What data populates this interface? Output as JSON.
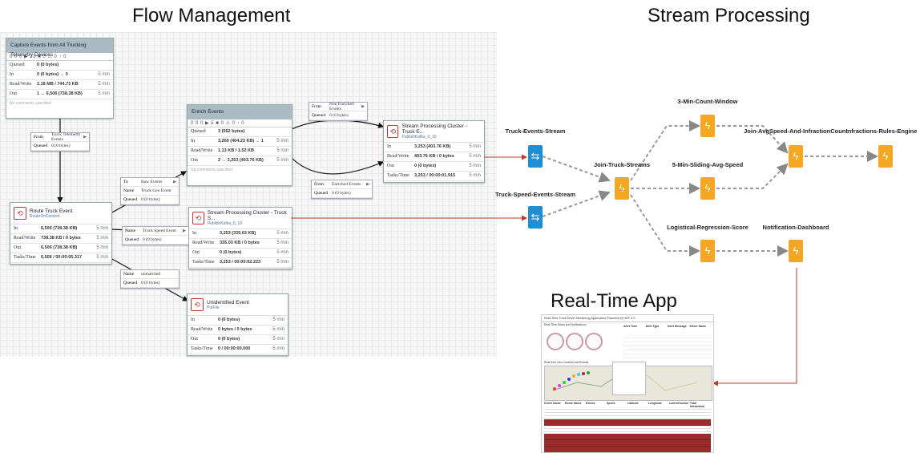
{
  "titles": {
    "flow": "Flow Management",
    "stream": "Stream Processing",
    "app": "Real-Time App"
  },
  "colors": {
    "processor_header": "#aabbc3",
    "source_node": "#1f8fd5",
    "processor_node": "#f5a623",
    "arrow_red": "#c0392b"
  },
  "capture": {
    "name": "Capture Events from All Trucking Telemetry Devices",
    "stats": "0 0 0 ▶ 23 ■ 0 ⚠ 0 ↑ 0",
    "queued_label": "Queued",
    "queued": "0 (0 bytes)",
    "in_label": "In",
    "in": "0 (0 bytes) → 0",
    "in_t": "5 min",
    "rw_label": "Read/Write",
    "rw": "2.18 MB / 744.73 KB",
    "rw_t": "5 min",
    "out_label": "Out",
    "out": "1 → 6,506 (738.38 KB)",
    "out_t": "5 min",
    "note": "No comments specified"
  },
  "enrich": {
    "name": "Enrich Events",
    "stats": "0 0 0 ▶ 5 ■ 0 ⚠ 0 ↑ 0",
    "queued_label": "Queued",
    "queued": "3 (562 bytes)",
    "in_label": "In",
    "in": "3,260 (404.23 KB) → 1",
    "in_t": "5 min",
    "rw_label": "Read/Write",
    "rw": "1.13 KB / 1.52 KB",
    "rw_t": "5 min",
    "out_label": "Out",
    "out": "2 → 3,253 (403.76 KB)",
    "out_t": "5 min",
    "note": "No comments specified"
  },
  "route": {
    "name": "Route Truck Event",
    "type": "RouteOnContent",
    "in_label": "In",
    "in": "6,506 (738.38 KB)",
    "in_t": "5 min",
    "rw_label": "Read/Write",
    "rw": "738.38 KB / 0 bytes",
    "rw_t": "5 min",
    "out_label": "Out",
    "out": "6,506 (738.38 KB)",
    "out_t": "5 min",
    "tt_label": "Tasks/Time",
    "tt": "6,506 / 00:00:05.317",
    "tt_t": "5 min"
  },
  "spc_top": {
    "name": "Stream Processing Cluster - Truck E...",
    "type": "PublishKafka_0_10",
    "in_label": "In",
    "in": "3,253 (403.76 KB)",
    "in_t": "5 min",
    "rw_label": "Read/Write",
    "rw": "403.76 KB / 0 bytes",
    "rw_t": "5 min",
    "out_label": "Out",
    "out": "0 (0 bytes)",
    "out_t": "5 min",
    "tt_label": "Tasks/Time",
    "tt": "3,253 / 00:00:01.915",
    "tt_t": "5 min"
  },
  "spc_mid": {
    "name": "Stream Processing Cluster - Truck S...",
    "type": "PublishKafka_0_10",
    "in_label": "In",
    "in": "3,253 (335.03 KB)",
    "in_t": "5 min",
    "rw_label": "Read/Write",
    "rw": "335.03 KB / 0 bytes",
    "rw_t": "5 min",
    "out_label": "Out",
    "out": "0 (0 bytes)",
    "out_t": "5 min",
    "tt_label": "Tasks/Time",
    "tt": "3,253 / 00:00:02.223",
    "tt_t": "5 min"
  },
  "unident": {
    "name": "Unidentified Event",
    "type": "PutFile",
    "in_label": "In",
    "in": "0 (0 bytes)",
    "in_t": "5 min",
    "rw_label": "Read/Write",
    "rw": "0 bytes / 0 bytes",
    "rw_t": "5 min",
    "out_label": "Out",
    "out": "0 (0 bytes)",
    "out_t": "5 min",
    "tt_label": "Tasks/Time",
    "tt": "0 / 00:00:00.000",
    "tt_t": "5 min"
  },
  "connections": {
    "from_label": "From",
    "to_label": "To",
    "name_label": "Name",
    "queued_label": "Queued",
    "telemetry_from": "Truck Telemetry Events",
    "telemetry_queued": "0 (0 bytes)",
    "raw_to": "Raw Events",
    "raw_name": "Truck Geo Event",
    "raw_queued": "0 (0 bytes)",
    "speed_name": "Truck Speed Event",
    "speed_queued": "0 (0 bytes)",
    "unmatched_name": "unmatched",
    "unmatched_queued": "0 (0 bytes)",
    "nonenr_from": "Non Enriched Events",
    "nonenr_queued": "0 (0 bytes)",
    "enr_from": "Enriched Events",
    "enr_queued": "0 (0 bytes)"
  },
  "stream": {
    "truck_events": "Truck-Events-Stream",
    "truck_speed": "Truck-Speed-Events-Stream",
    "join": "Join-Truck-Streams",
    "count": "3-Min-Count-Window",
    "sliding": "5-Min-Sliding-Avg-Speed",
    "regression": "Logistical-Regression-Score",
    "join_avg": "Join-AvgSpeed-And-InfractionCount",
    "rules": "Infractions-Rules-Engine",
    "dashboard": "Notification-Dashboard"
  },
  "app": {
    "window_title": "Real-Time Truck Driver Monitoring Application Powered by HDF 2.0",
    "alerts_title": "Real-Time Alerts and Notifications",
    "map_title": "Real-time Geo Location and Events",
    "alert_headers": [
      "Alert Time",
      "Alert Type",
      "Alert Message",
      "Driver Name"
    ],
    "table_headers": [
      "Driver Name",
      "Route Name",
      "Events",
      "Speed",
      "Latitude",
      "Longitude",
      "Last Infraction",
      "Total Infractions"
    ]
  }
}
